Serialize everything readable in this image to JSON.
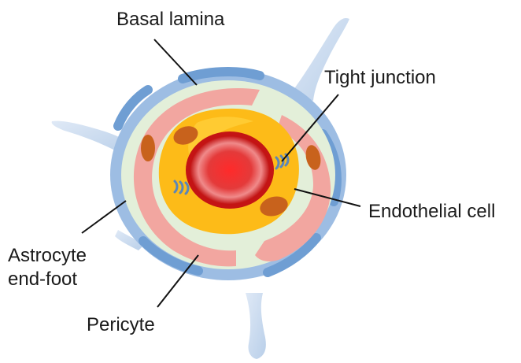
{
  "labels": {
    "basal_lamina": "Basal lamina",
    "tight_junction": "Tight junction",
    "endothelial_cell": "Endothelial cell",
    "astrocyte_line1": "Astrocyte",
    "astrocyte_line2": "end-foot",
    "pericyte": "Pericyte"
  },
  "colors": {
    "astrocyte": "#8eb3de",
    "astrocyte_process": "#c9daef",
    "basal_lamina": "#e2efd8",
    "pericyte": "#f2a8a0",
    "pericyte_nucleus": "#c8601a",
    "endothelial": "#fdbb18",
    "lumen": "#e63535",
    "tight_junction": "#5b86b8",
    "leader_line": "#111111"
  }
}
